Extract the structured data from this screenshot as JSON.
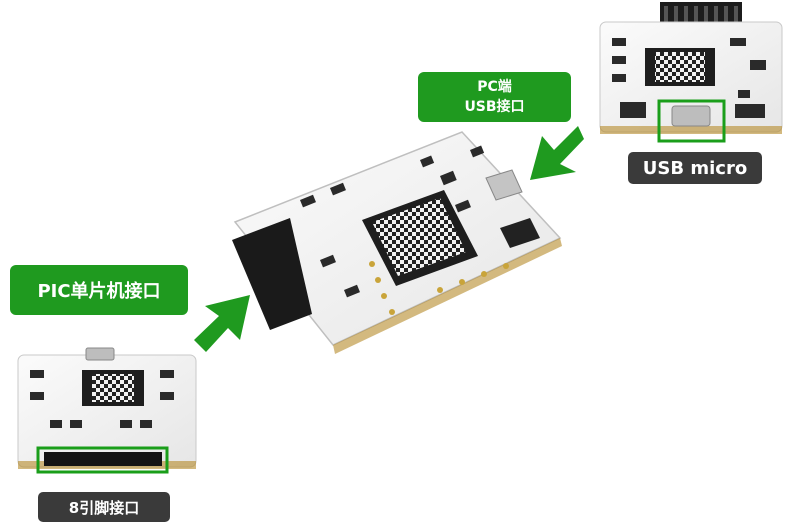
{
  "labels": {
    "pc_usb": {
      "line1": "PC端",
      "line2": "USB接口"
    },
    "pic_interface": "PIC单片机接口",
    "usb_micro": "USB micro",
    "pin8_interface": "8引脚接口"
  },
  "colors": {
    "accent_green": "#1f9a1f",
    "label_dark": "#3a3a3a",
    "highlight_green": "#1a9e1a"
  }
}
